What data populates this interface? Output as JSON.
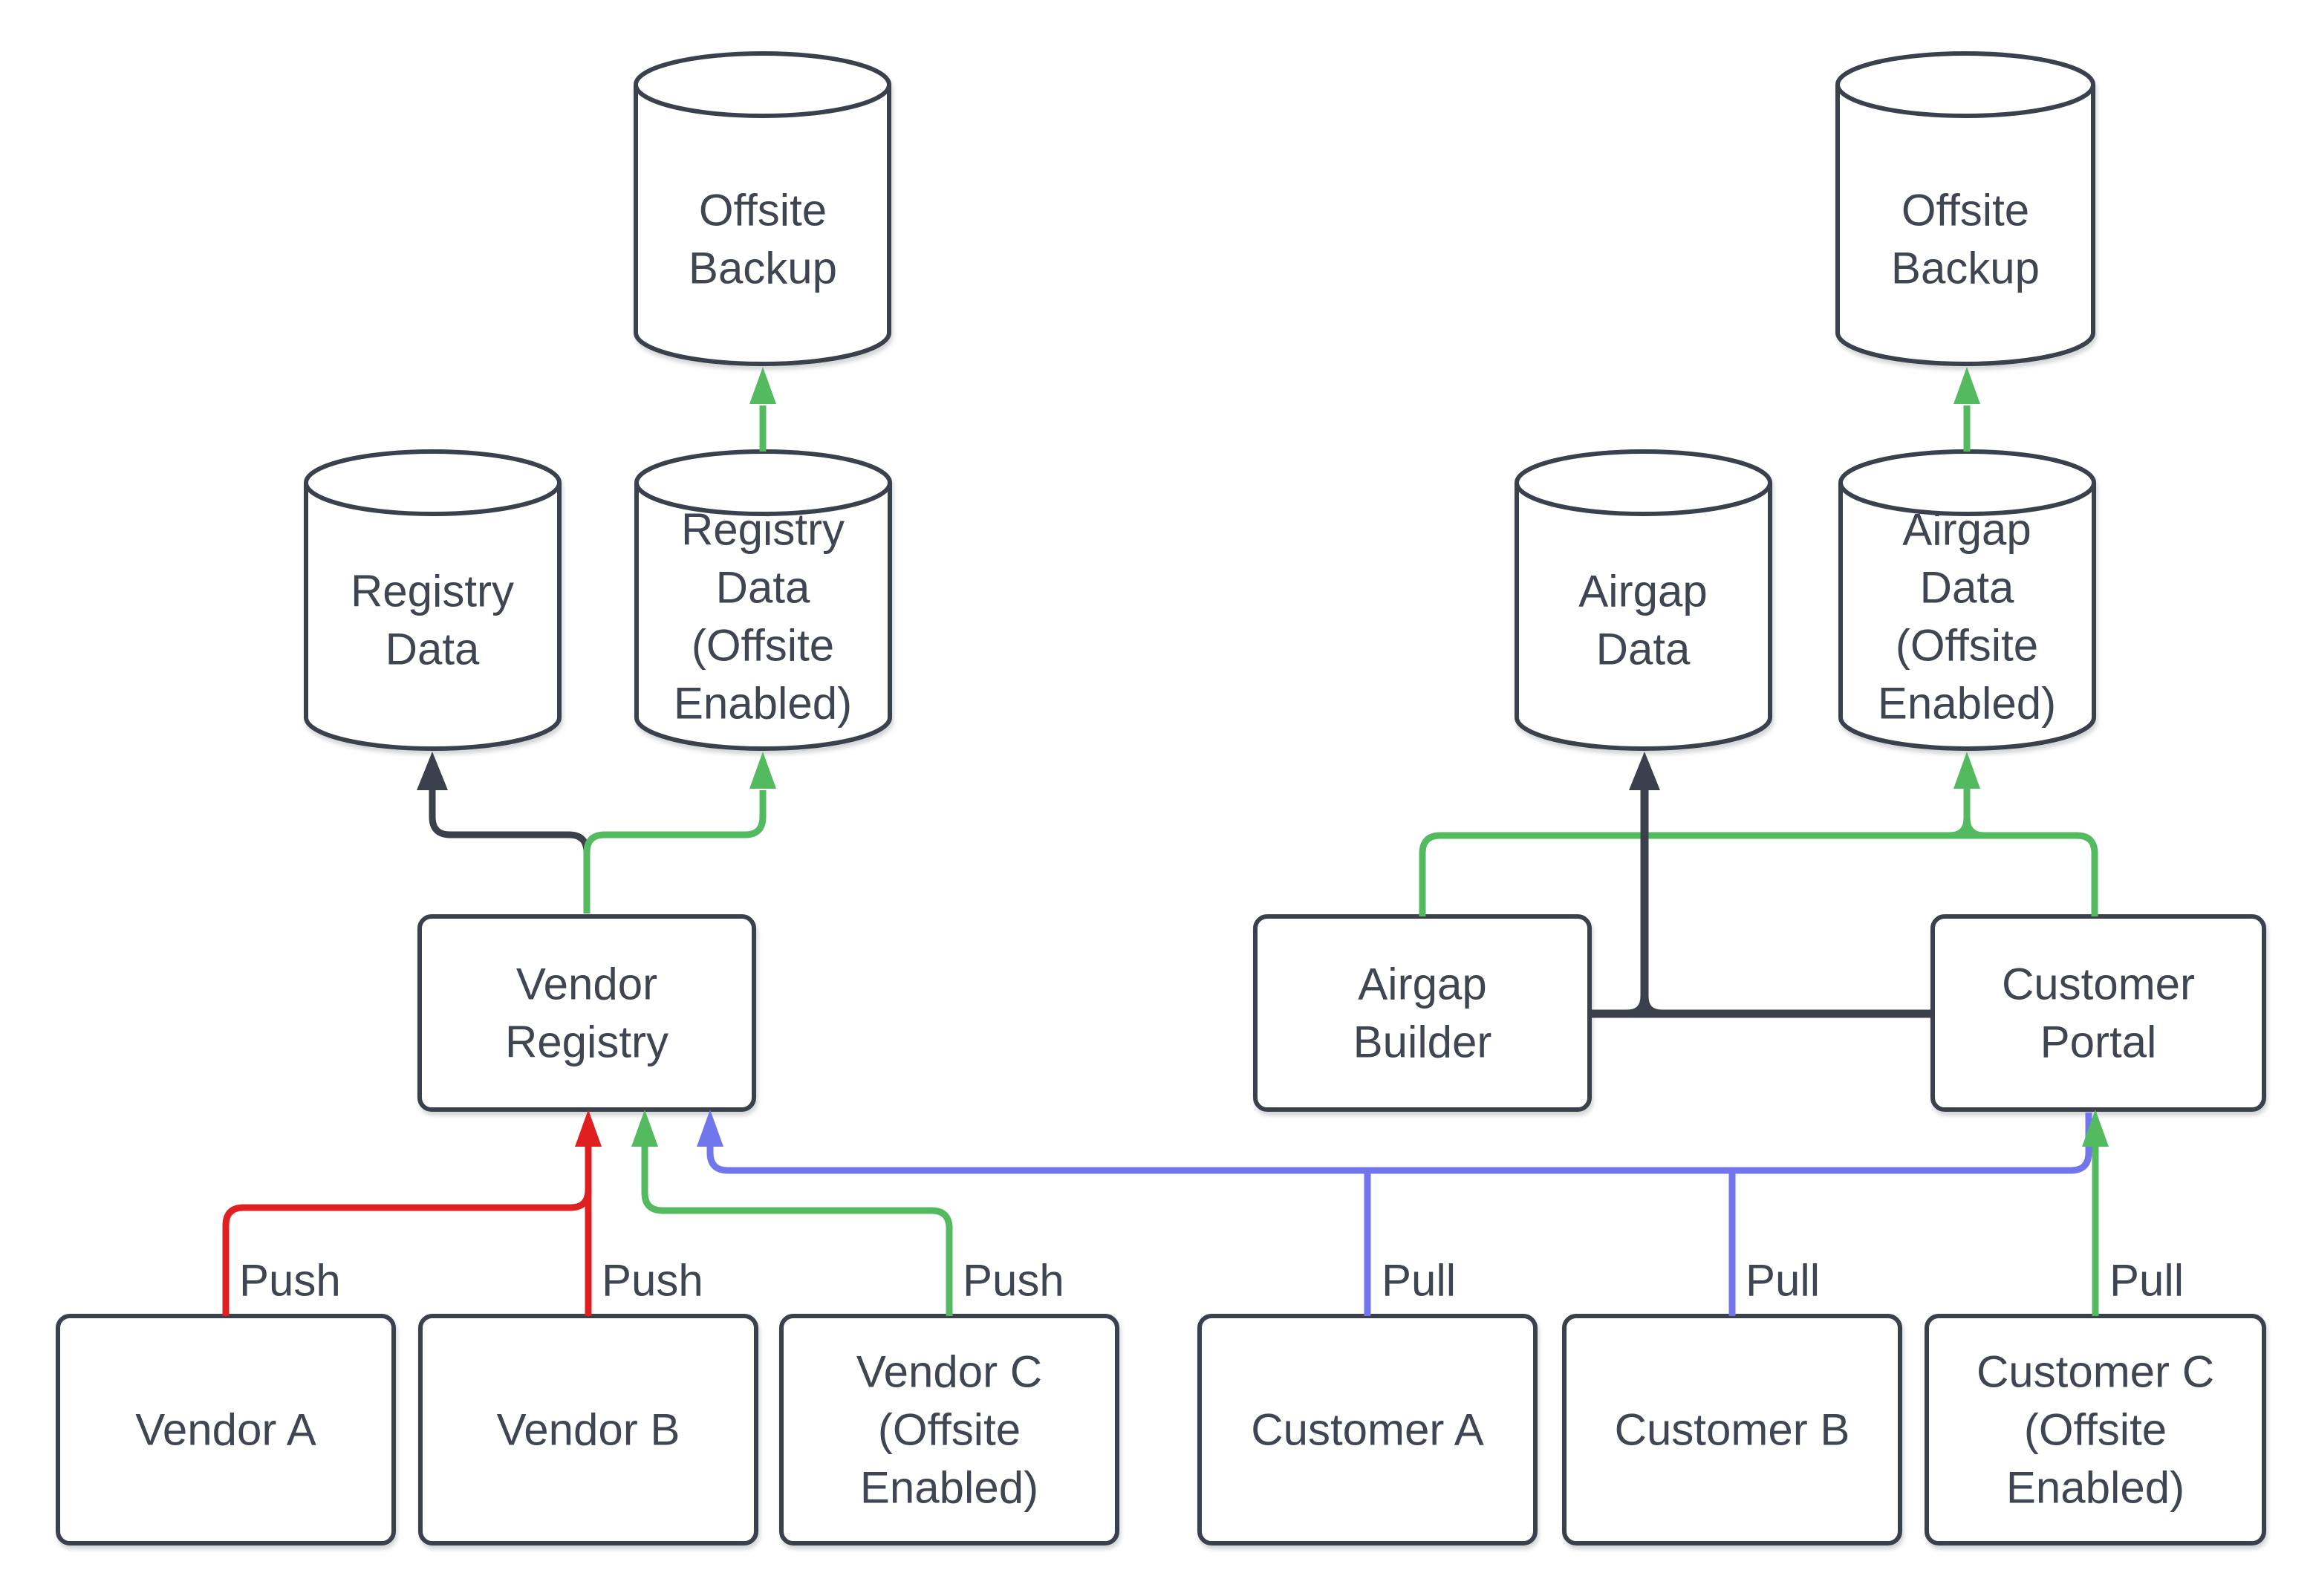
{
  "colors": {
    "dark": "#3a414d",
    "text": "#3f4651",
    "red": "#e02020",
    "green": "#54ba60",
    "blue": "#7276ec",
    "background": "#ffffff",
    "node_fill": "#ffffff"
  },
  "nodes": {
    "offsite_backup_left": {
      "label": "Offsite Backup",
      "lines": [
        "Offsite",
        "Backup"
      ]
    },
    "registry_data": {
      "label": "Registry Data",
      "lines": [
        "Registry",
        "Data"
      ]
    },
    "registry_data_offsite": {
      "label": "Registry Data (Offsite Enabled)",
      "lines": [
        "Registry",
        "Data",
        "(Offsite",
        "Enabled)"
      ]
    },
    "vendor_registry": {
      "label": "Vendor Registry",
      "lines": [
        "Vendor",
        "Registry"
      ]
    },
    "vendor_a": {
      "label": "Vendor A",
      "lines": [
        "Vendor A"
      ]
    },
    "vendor_b": {
      "label": "Vendor B",
      "lines": [
        "Vendor B"
      ]
    },
    "vendor_c": {
      "label": "Vendor C (Offsite Enabled)",
      "lines": [
        "Vendor C",
        "(Offsite",
        "Enabled)"
      ]
    },
    "offsite_backup_right": {
      "label": "Offsite Backup",
      "lines": [
        "Offsite",
        "Backup"
      ]
    },
    "airgap_data": {
      "label": "Airgap Data",
      "lines": [
        "Airgap",
        "Data"
      ]
    },
    "airgap_data_offsite": {
      "label": "Airgap Data (Offsite Enabled)",
      "lines": [
        "Airgap",
        "Data",
        "(Offsite",
        "Enabled)"
      ]
    },
    "airgap_builder": {
      "label": "Airgap Builder",
      "lines": [
        "Airgap",
        "Builder"
      ]
    },
    "customer_portal": {
      "label": "Customer Portal",
      "lines": [
        "Customer",
        "Portal"
      ]
    },
    "customer_a": {
      "label": "Customer A",
      "lines": [
        "Customer A"
      ]
    },
    "customer_b": {
      "label": "Customer B",
      "lines": [
        "Customer B"
      ]
    },
    "customer_c": {
      "label": "Customer C (Offsite Enabled)",
      "lines": [
        "Customer C",
        "(Offsite",
        "Enabled)"
      ]
    }
  },
  "edge_labels": {
    "push_vendor_a": "Push",
    "push_vendor_b": "Push",
    "push_vendor_c": "Push",
    "pull_customer_a": "Pull",
    "pull_customer_b": "Pull",
    "pull_customer_c": "Pull"
  }
}
